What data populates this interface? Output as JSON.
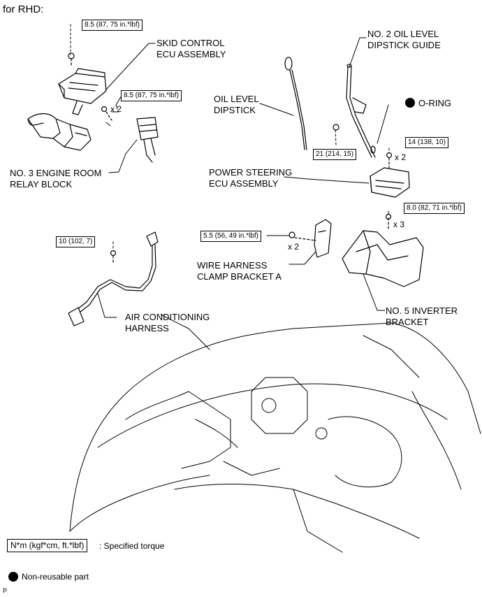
{
  "header": {
    "title": "for RHD:"
  },
  "parts": {
    "skid_control_ecu": "SKID CONTROL\nECU ASSEMBLY",
    "no2_dipstick_guide": "NO. 2 OIL LEVEL\nDIPSTICK GUIDE",
    "oil_level_dipstick": "OIL LEVEL\nDIPSTICK",
    "o_ring": "O-RING",
    "no3_relay_block": "NO. 3 ENGINE ROOM\nRELAY BLOCK",
    "power_steering_ecu": "POWER STEERING\nECU ASSEMBLY",
    "wire_harness_bracket": "WIRE HARNESS\nCLAMP BRACKET A",
    "air_conditioning_harness": "AIR CONDITIONING\nHARNESS",
    "no5_inverter_bracket": "NO. 5 INVERTER\nBRACKET"
  },
  "torques": {
    "skid_top": "8.5 (87, 75 in.*lbf)",
    "skid_side": "8.5 (87, 75 in.*lbf)",
    "dipstick_guide": "21 (214, 15)",
    "power_steering": "14 (138, 10)",
    "inverter_bracket": "8.0 (82, 71 in.*lbf)",
    "wire_bracket": "5.5 (56, 49 in.*lbf)",
    "ac_harness": "10 (102, 7)"
  },
  "multipliers": {
    "skid_side": "x 2",
    "power_steering": "x 2",
    "inverter_bracket": "x 3",
    "wire_bracket": "x 2"
  },
  "legend": {
    "torque_box": "N*m (kgf*cm, ft.*lbf)",
    "torque_desc": ": Specified torque",
    "nonreusable_desc": "Non-reusable part"
  },
  "footer": {
    "code": "P"
  },
  "colors": {
    "line": "#000000",
    "background": "#ffffff"
  }
}
